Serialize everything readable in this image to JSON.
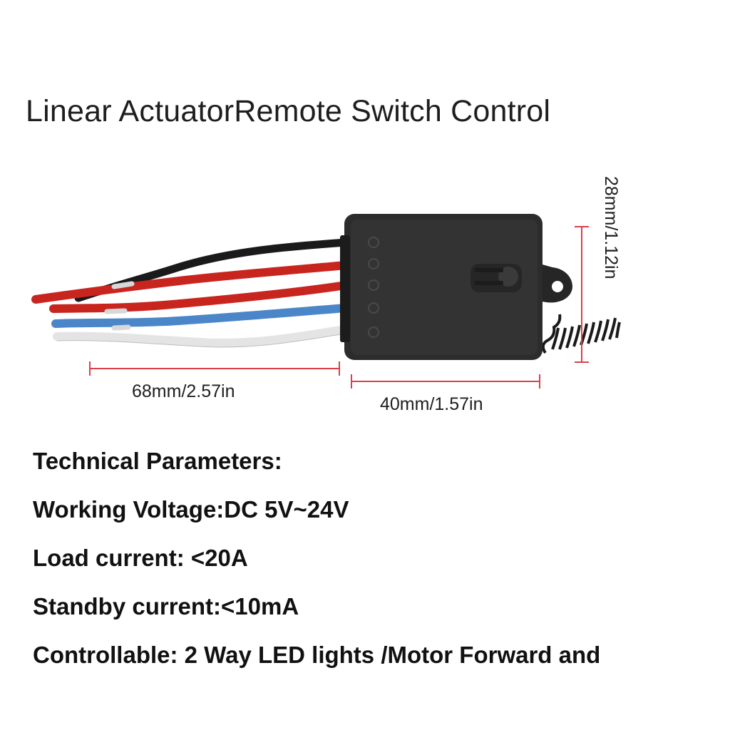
{
  "title": "Linear ActuatorRemote Switch Control",
  "dimensions": {
    "wire_length": "68mm/2.57in",
    "body_width": "40mm/1.57in",
    "body_height": "28mm/1.12in"
  },
  "specs": {
    "heading": "Technical Parameters:",
    "voltage": "Working Voltage:DC 5V~24V",
    "load_current": "Load current: <20A",
    "standby_current": "Standby current:<10mA",
    "controllable": "Controllable: 2 Way LED lights /Motor Forward and"
  },
  "colors": {
    "housing": "#2a2a2a",
    "dimension_line": "#d9404a",
    "wire_red": "#c8251f",
    "wire_black": "#1a1a1a",
    "wire_blue": "#4a86c8",
    "wire_white": "#e8e8e8"
  }
}
